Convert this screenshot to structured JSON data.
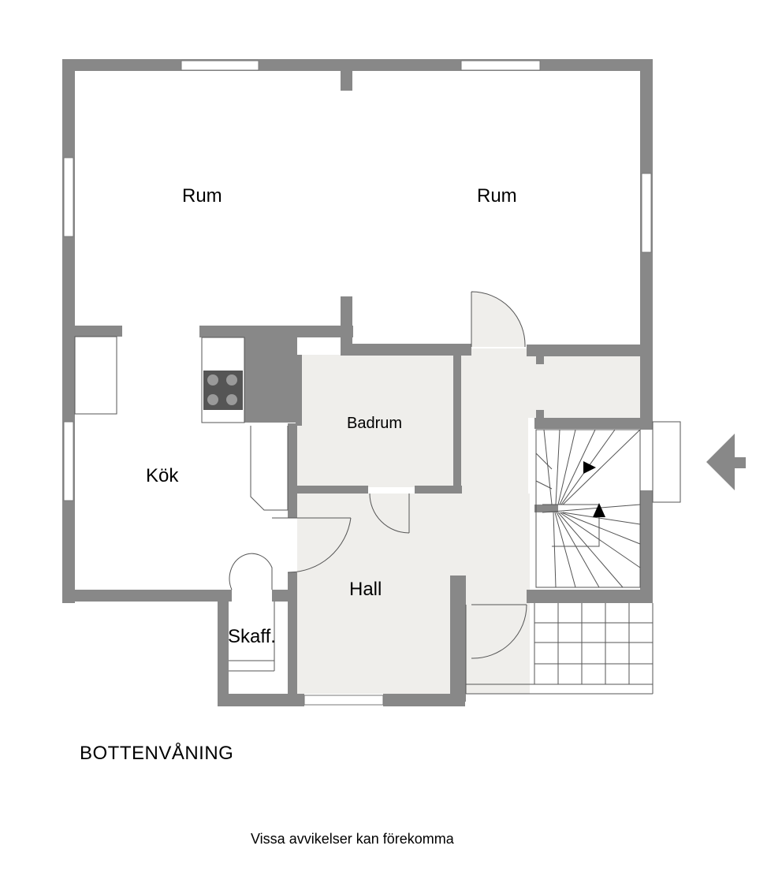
{
  "plan": {
    "floor_name": "BOTTENVÅNING",
    "disclaimer": "Vissa avvikelser kan förekomma",
    "rooms": {
      "rum_left": "Rum",
      "rum_right": "Rum",
      "badrum": "Badrum",
      "kok": "Kök",
      "hall": "Hall",
      "skafferi": "Skaff."
    },
    "colors": {
      "wall": "#888888",
      "wet_floor": "#efeeeb",
      "stove": "#555555",
      "burner": "#9a9a9a",
      "window": "#ffffff",
      "line": "#555555"
    },
    "icons": {
      "entrance": "entrance-arrow-icon",
      "stair_direction": "stair-arrow-icon",
      "stove": "stove-icon"
    }
  }
}
